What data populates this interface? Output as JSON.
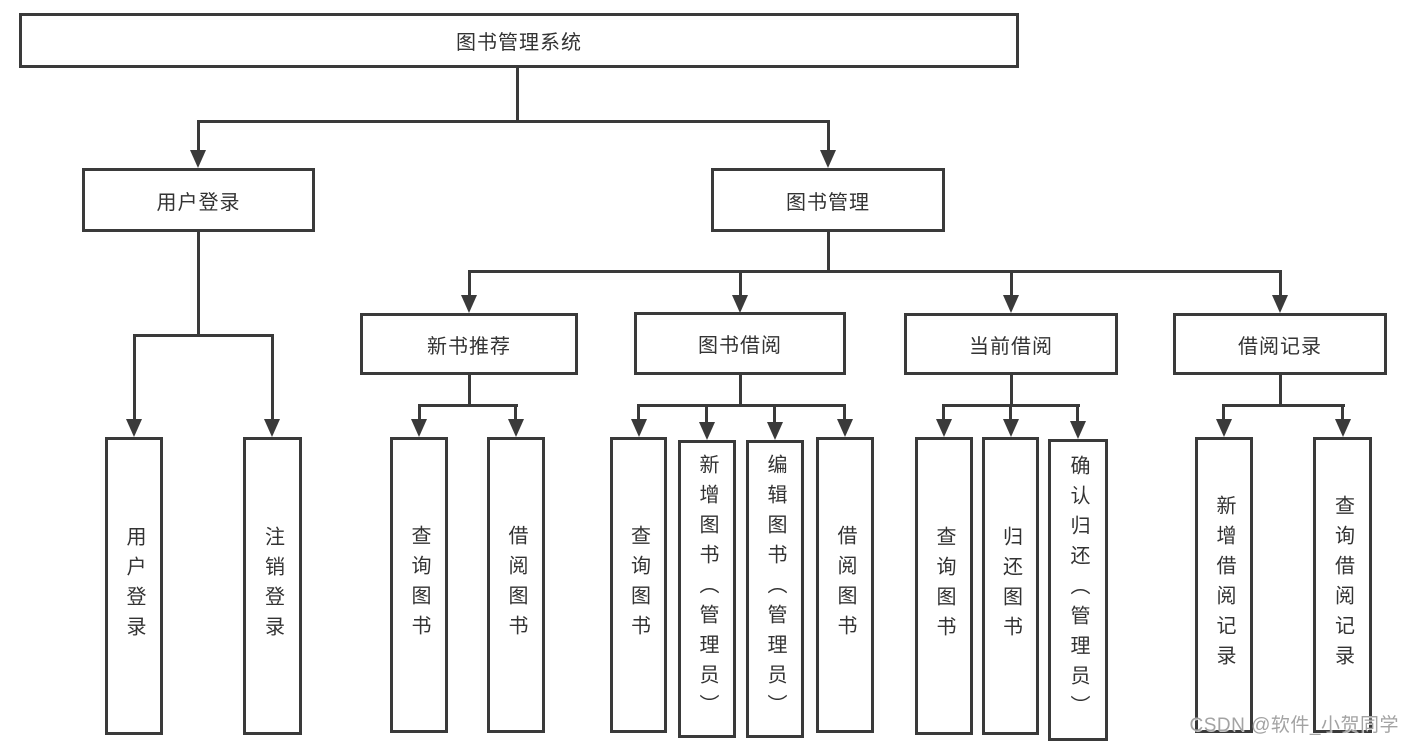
{
  "tree": {
    "root": {
      "label": "图书管理系统"
    },
    "children": [
      {
        "label": "用户登录",
        "children": [
          {
            "label": "用户登录"
          },
          {
            "label": "注销登录"
          }
        ]
      },
      {
        "label": "图书管理",
        "children": [
          {
            "label": "新书推荐",
            "children": [
              {
                "label": "查询图书"
              },
              {
                "label": "借阅图书"
              }
            ]
          },
          {
            "label": "图书借阅",
            "children": [
              {
                "label": "查询图书"
              },
              {
                "label": "新增图书（管理员）"
              },
              {
                "label": "编辑图书（管理员）"
              },
              {
                "label": "借阅图书"
              }
            ]
          },
          {
            "label": "当前借阅",
            "children": [
              {
                "label": "查询图书"
              },
              {
                "label": "归还图书"
              },
              {
                "label": "确认归还（管理员）"
              }
            ]
          },
          {
            "label": "借阅记录",
            "children": [
              {
                "label": "新增借阅记录"
              },
              {
                "label": "查询借阅记录"
              }
            ]
          }
        ]
      }
    ]
  },
  "watermark": "CSDN @软件_小贺同学",
  "colors": {
    "line": "#3a3a3a",
    "text": "#333333",
    "box_bg": "#ffffff",
    "background": "#ffffff",
    "watermark": "#a3a3a3"
  }
}
